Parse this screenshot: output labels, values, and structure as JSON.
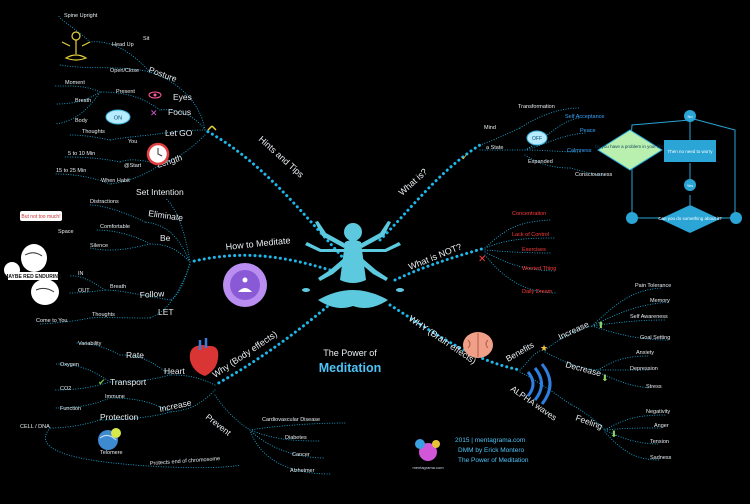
{
  "center": {
    "line1": "The Power of",
    "line2": "Meditation"
  },
  "branches": {
    "hints": "Hints and Tips",
    "how": "How to Meditate",
    "why_body": "Why (Body effects)",
    "what_is": "What is?",
    "what_not": "What is NOT?",
    "why_brain": "WHY (Brain effects)"
  },
  "hints": {
    "posture": "Posture",
    "sit": "Sit",
    "head_up": "Head Up",
    "spine": "Spine Upright",
    "open_close": "Open/Close",
    "eyes": "Eyes",
    "focus": "Focus",
    "present": "Present",
    "moment": "Moment",
    "breath": "Breath",
    "body": "Body",
    "on_label": "ON",
    "let_go": "Let GO",
    "you": "You",
    "thoughts": "Thoughts",
    "length": "Length",
    "five_ten": "5 to 10 Min",
    "at_start": "@Start",
    "fifteen": "15 to 25 Min",
    "when_habit": "When Habit"
  },
  "how": {
    "set_intention": "Set Intention",
    "eliminate": "Eliminate",
    "distractions": "Distractions",
    "be": "Be",
    "comfortable": "Comfortable",
    "silence": "Silence",
    "space": "Space",
    "not_much": "But not too much!",
    "follow": "Follow",
    "breath": "Breath",
    "in_label": "IN",
    "out_label": "OUT",
    "let": "LET",
    "thoughts": "Thoughts",
    "come_go": "Come to You",
    "omg_label": "MAYBE RED ENDURING"
  },
  "body": {
    "heart": "Heart",
    "rate": "Rate",
    "variability": "Variability",
    "transport": "Transport",
    "oxygen": "Oxygen",
    "co2": "CO2",
    "increase": "Increase",
    "immune": "Immune",
    "function": "Function",
    "protection": "Protection",
    "cell_dna": "CELL / DNA",
    "telomere": "Telomere",
    "protects": "Protects end of chromosome",
    "prevent": "Prevent",
    "cardio": "Cardiovascular Disease",
    "diabetes": "Diabetes",
    "cancer": "Cancer",
    "alzheimer": "Alzheimer"
  },
  "what_is": {
    "mind": "Mind",
    "state": "a State",
    "transformation": "Transformation",
    "self_acceptance": "Self Acceptance",
    "peace": "Peace",
    "calmness": "Calmness",
    "expanded": "Expanded",
    "consciousness": "Consciousness",
    "off_label": "OFF",
    "flow_q": "Do you have a problem in your life?",
    "flow_yes": "Yes",
    "flow_no": "No",
    "flow_need": "Then no need to worry",
    "flow_can": "Can you do something about it?"
  },
  "what_not": [
    "Concentration",
    "Lack of Control",
    "Exercises",
    "Worried Thing",
    "Daily Dream"
  ],
  "brain": {
    "benefits": "Benefits",
    "increase": "Increase",
    "pain_tolerance": "Pain Tolerance",
    "memory": "Memory",
    "self_awareness": "Self Awareness",
    "goal_setting": "Goal Setting",
    "decrease": "Decrease",
    "anxiety": "Anxiety",
    "depression": "Depression",
    "stress": "Stress",
    "alpha": "ALPHA waves",
    "feeling": "Feeling",
    "negativity": "Negativity",
    "anger": "Anger",
    "tension": "Tension",
    "sadness": "Sadness"
  },
  "credits": {
    "line1": "2015 | mentagrama.com",
    "line2": "DMM by Erick Montero",
    "line3": "The Power of Meditation",
    "logo": "mentagrama.com"
  },
  "colors": {
    "accent": "#1fb7ea",
    "figure": "#5cc9de",
    "red": "#ff3b3b",
    "blue_text": "#39a7ff",
    "flow": "#2aa5d6"
  }
}
